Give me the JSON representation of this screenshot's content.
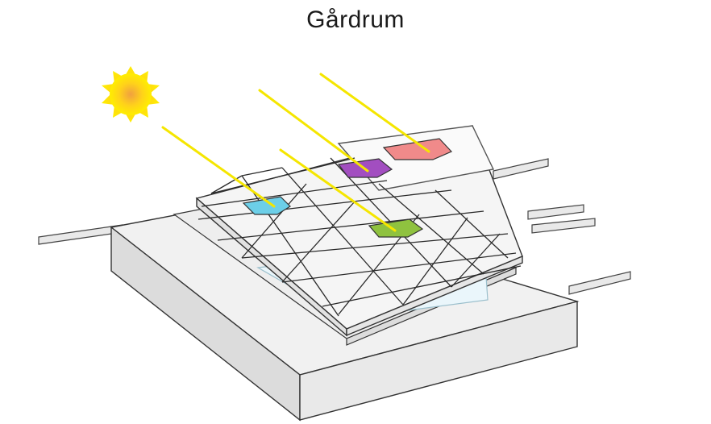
{
  "title": "Gårdrum",
  "colors": {
    "sun_core": "#f2b33a",
    "sun_outer": "#ffe600",
    "rays": "#f5e600",
    "courtyard_red": "#f08a8a",
    "courtyard_purple": "#a24ec0",
    "courtyard_cyan": "#6ccfe8",
    "courtyard_green": "#8fc23f",
    "base": "#e6e6e6",
    "roof": "#f3f3f3",
    "outline": "#333333"
  },
  "elements": {
    "sun": "sun-icon",
    "courtyards": [
      "courtyard-red",
      "courtyard-purple",
      "courtyard-cyan",
      "courtyard-green"
    ]
  }
}
